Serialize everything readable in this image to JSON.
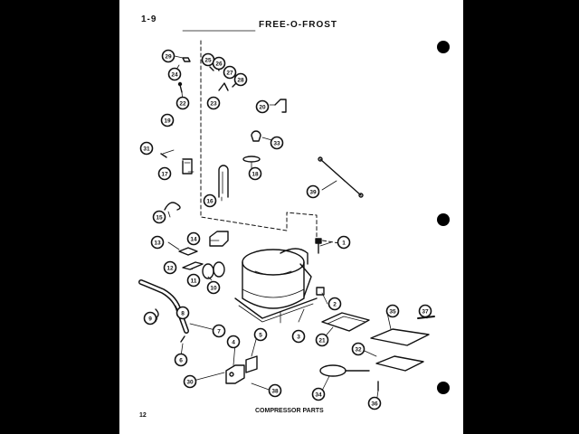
{
  "header": {
    "page_code": "1-9",
    "title": "FREE-O-FROST"
  },
  "footer": {
    "page_number": "12",
    "caption": "COMPRESSOR PARTS"
  },
  "callouts": [
    {
      "num": "1"
    },
    {
      "num": "2"
    },
    {
      "num": "3"
    },
    {
      "num": "4"
    },
    {
      "num": "5"
    },
    {
      "num": "6"
    },
    {
      "num": "7"
    },
    {
      "num": "8"
    },
    {
      "num": "9"
    },
    {
      "num": "10"
    },
    {
      "num": "11"
    },
    {
      "num": "12"
    },
    {
      "num": "13"
    },
    {
      "num": "14"
    },
    {
      "num": "15"
    },
    {
      "num": "16"
    },
    {
      "num": "17"
    },
    {
      "num": "18"
    },
    {
      "num": "19"
    },
    {
      "num": "20"
    },
    {
      "num": "21"
    },
    {
      "num": "22"
    },
    {
      "num": "23"
    },
    {
      "num": "24"
    },
    {
      "num": "25"
    },
    {
      "num": "26"
    },
    {
      "num": "27"
    },
    {
      "num": "28"
    },
    {
      "num": "29"
    },
    {
      "num": "30"
    },
    {
      "num": "31"
    },
    {
      "num": "32"
    },
    {
      "num": "33"
    },
    {
      "num": "34"
    },
    {
      "num": "35"
    },
    {
      "num": "36"
    },
    {
      "num": "37"
    },
    {
      "num": "38"
    },
    {
      "num": "39"
    }
  ],
  "colors": {
    "background": "#000000",
    "paper": "#ffffff",
    "ink": "#111111"
  }
}
